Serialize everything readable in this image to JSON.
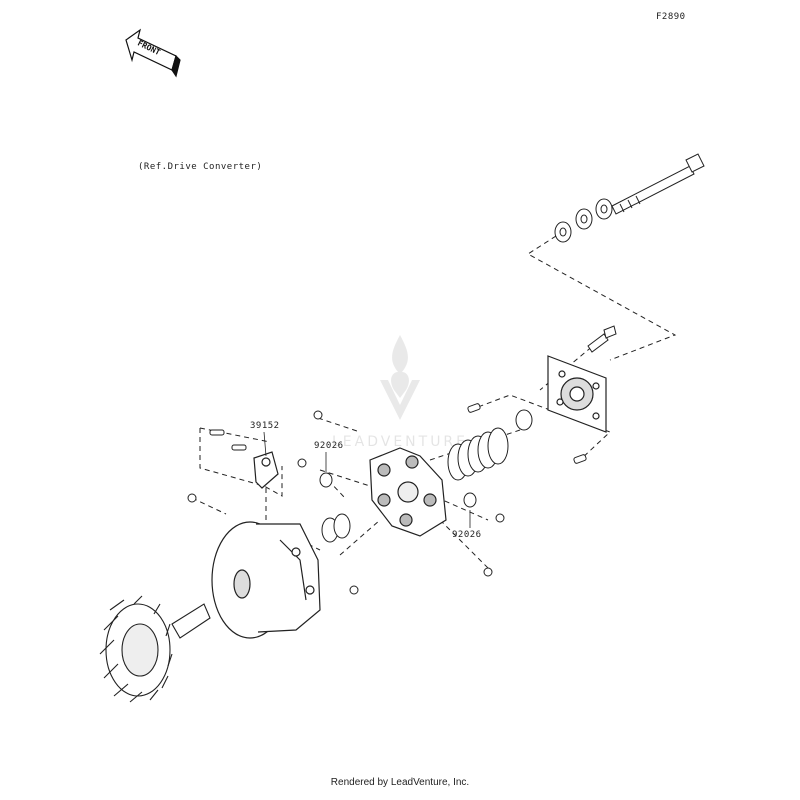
{
  "figure_code": "F2890",
  "front_label": "FRONT",
  "reference_note": "(Ref.Drive Converter)",
  "part_labels": {
    "p39152": "39152",
    "p92026_left": "92026",
    "p92026_right": "92026"
  },
  "watermark": "LEADVENTURE",
  "footer": "Rendered by LeadVenture, Inc."
}
